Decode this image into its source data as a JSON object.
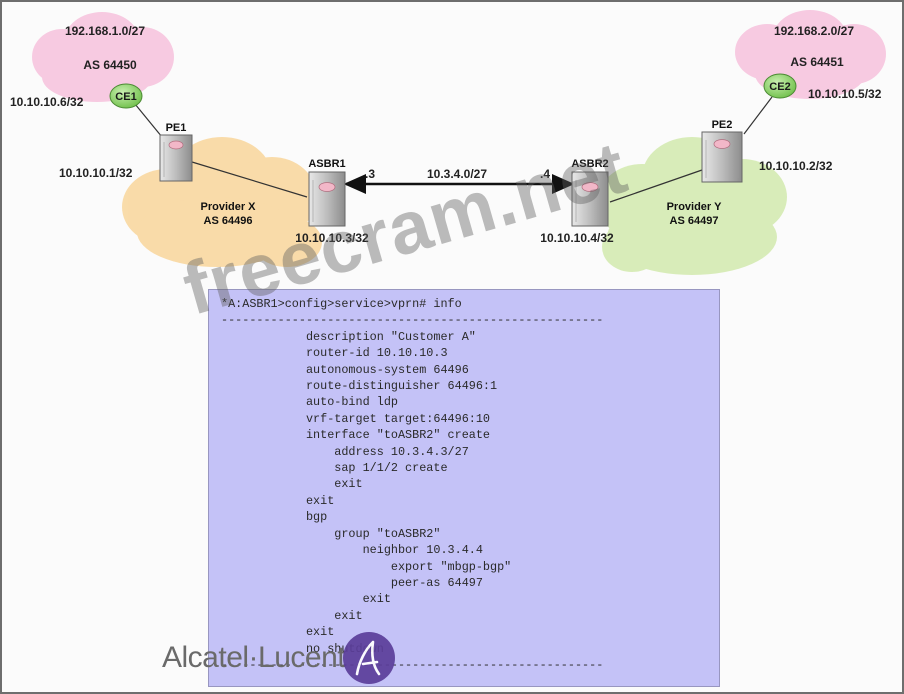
{
  "network": {
    "left_site": {
      "subnet": "192.168.1.0/27",
      "as": "AS 64450",
      "ce_name": "CE1",
      "ce_ip": "10.10.10.6/32"
    },
    "right_site": {
      "subnet": "192.168.2.0/27",
      "as": "AS 64451",
      "ce_name": "CE2",
      "ce_ip": "10.10.10.5/32"
    },
    "pe1": {
      "name": "PE1",
      "ip": "10.10.10.1/32"
    },
    "pe2": {
      "name": "PE2",
      "ip": "10.10.10.2/32"
    },
    "provider_x": {
      "name": "Provider X",
      "as": "AS 64496"
    },
    "provider_y": {
      "name": "Provider Y",
      "as": "AS 64497"
    },
    "asbr1": {
      "name": "ASBR1",
      "ip": "10.10.10.3/32",
      "host": ".3"
    },
    "asbr2": {
      "name": "ASBR2",
      "ip": "10.10.10.4/32",
      "host": ".4"
    },
    "link_subnet": "10.3.4.0/27"
  },
  "config": {
    "lines": [
      "*A:ASBR1>config>service>vprn# info",
      "------------------------------------------------------",
      "            description \"Customer A\"",
      "            router-id 10.10.10.3",
      "            autonomous-system 64496",
      "            route-distinguisher 64496:1",
      "            auto-bind ldp",
      "            vrf-target target:64496:10",
      "            interface \"toASBR2\" create",
      "                address 10.3.4.3/27",
      "                sap 1/1/2 create",
      "                exit",
      "            exit",
      "            bgp",
      "                group \"toASBR2\"",
      "                    neighbor 10.3.4.4",
      "                        export \"mbgp-bgp\"",
      "                        peer-as 64497",
      "                    exit",
      "                exit",
      "            exit",
      "            no shutdown",
      "------------------------------------------------------"
    ]
  },
  "watermark": "freecram.net",
  "logo": {
    "text": "Alcatel·Lucent",
    "icon": "alcatel-lucent-logo-icon"
  },
  "colors": {
    "customer_cloud": "#f7c8e0",
    "provider_x_cloud": "#f9d9a3",
    "provider_y_cloud": "#d7ecb6",
    "ce_green": "#8fd06e",
    "config_bg": "#c4c2f7"
  }
}
